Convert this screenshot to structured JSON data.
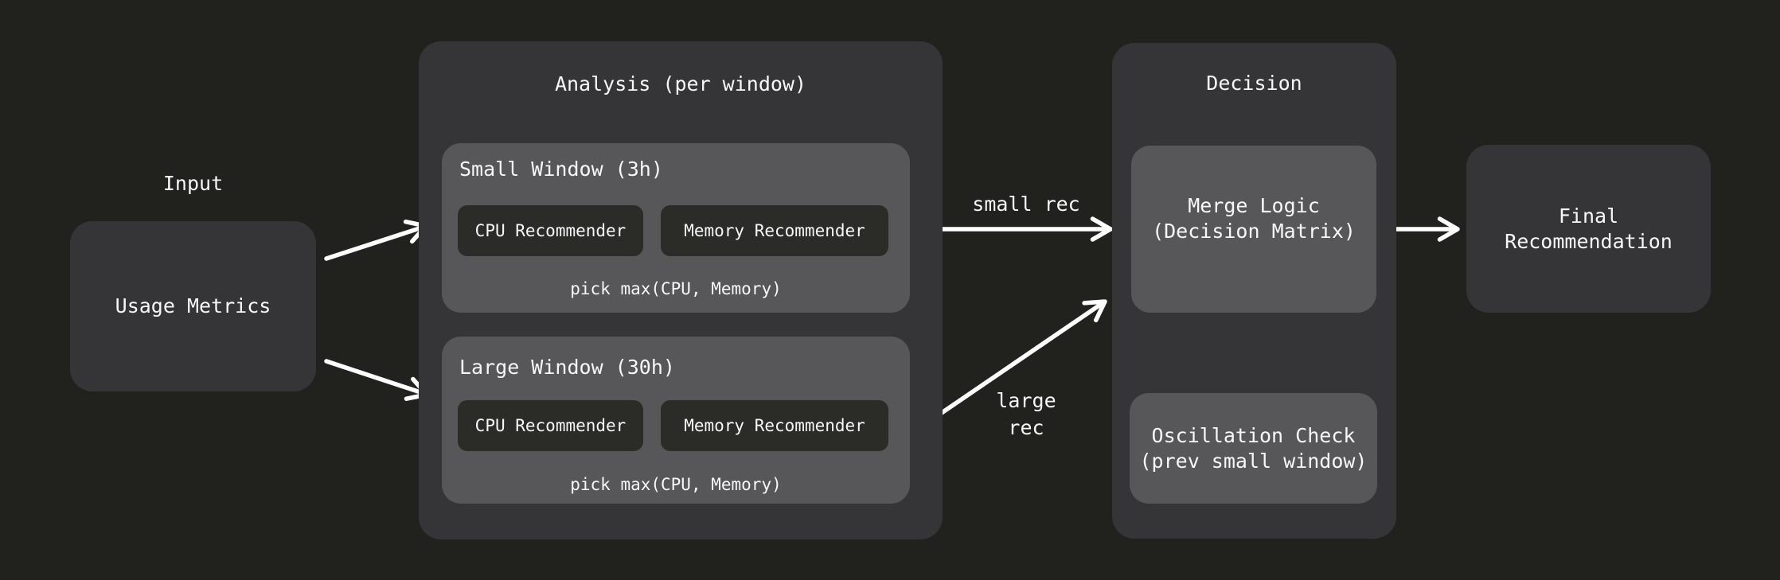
{
  "palette": {
    "background": "#21221d",
    "group_box": "#353538",
    "inner_panel": "#575759",
    "button": "#2b2b27",
    "text": "#f7f7f7",
    "arrow": "#ffffff"
  },
  "input": {
    "label": "Input",
    "box_label": "Usage Metrics"
  },
  "analysis": {
    "title": "Analysis (per window)",
    "windows": [
      {
        "title": "Small Window (3h)",
        "buttons": [
          "CPU Recommender",
          "Memory Recommender"
        ],
        "footer": "pick max(CPU, Memory)"
      },
      {
        "title": "Large Window (30h)",
        "buttons": [
          "CPU Recommender",
          "Memory Recommender"
        ],
        "footer": "pick max(CPU, Memory)"
      }
    ]
  },
  "edges": {
    "small_label": "small rec",
    "large_label": "large\nrec"
  },
  "decision": {
    "title": "Decision",
    "merge_label": "Merge Logic\n(Decision Matrix)",
    "oscillation_label": "Oscillation Check\n(prev small window)"
  },
  "output": {
    "box_label": "Final\nRecommendation"
  }
}
